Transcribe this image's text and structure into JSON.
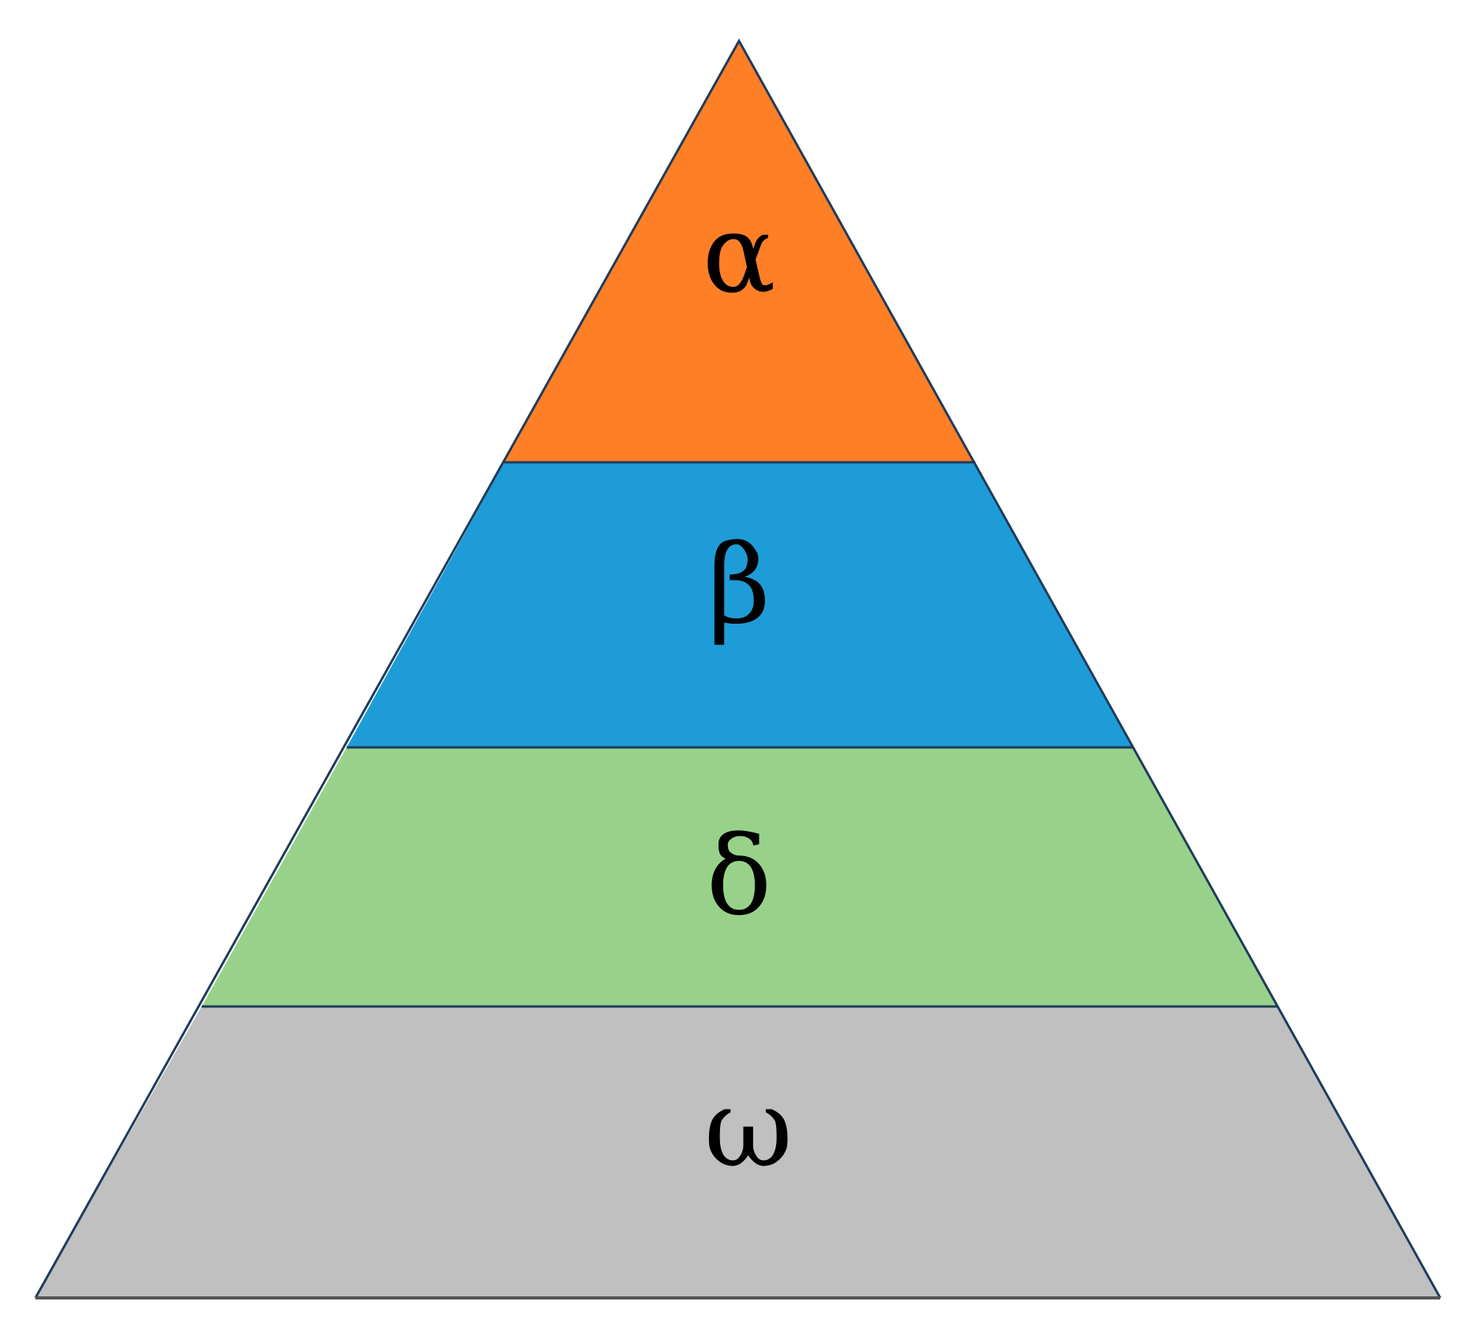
{
  "diagram": {
    "tiers": [
      {
        "label": "α",
        "color": "#FF7F27"
      },
      {
        "label": "β",
        "color": "#1E9CD8"
      },
      {
        "label": "δ",
        "color": "#98D28A"
      },
      {
        "label": "ω",
        "color": "#C0C0C0"
      }
    ],
    "outline_color": "#1F3B5A",
    "base_outline_color": "#555555"
  }
}
